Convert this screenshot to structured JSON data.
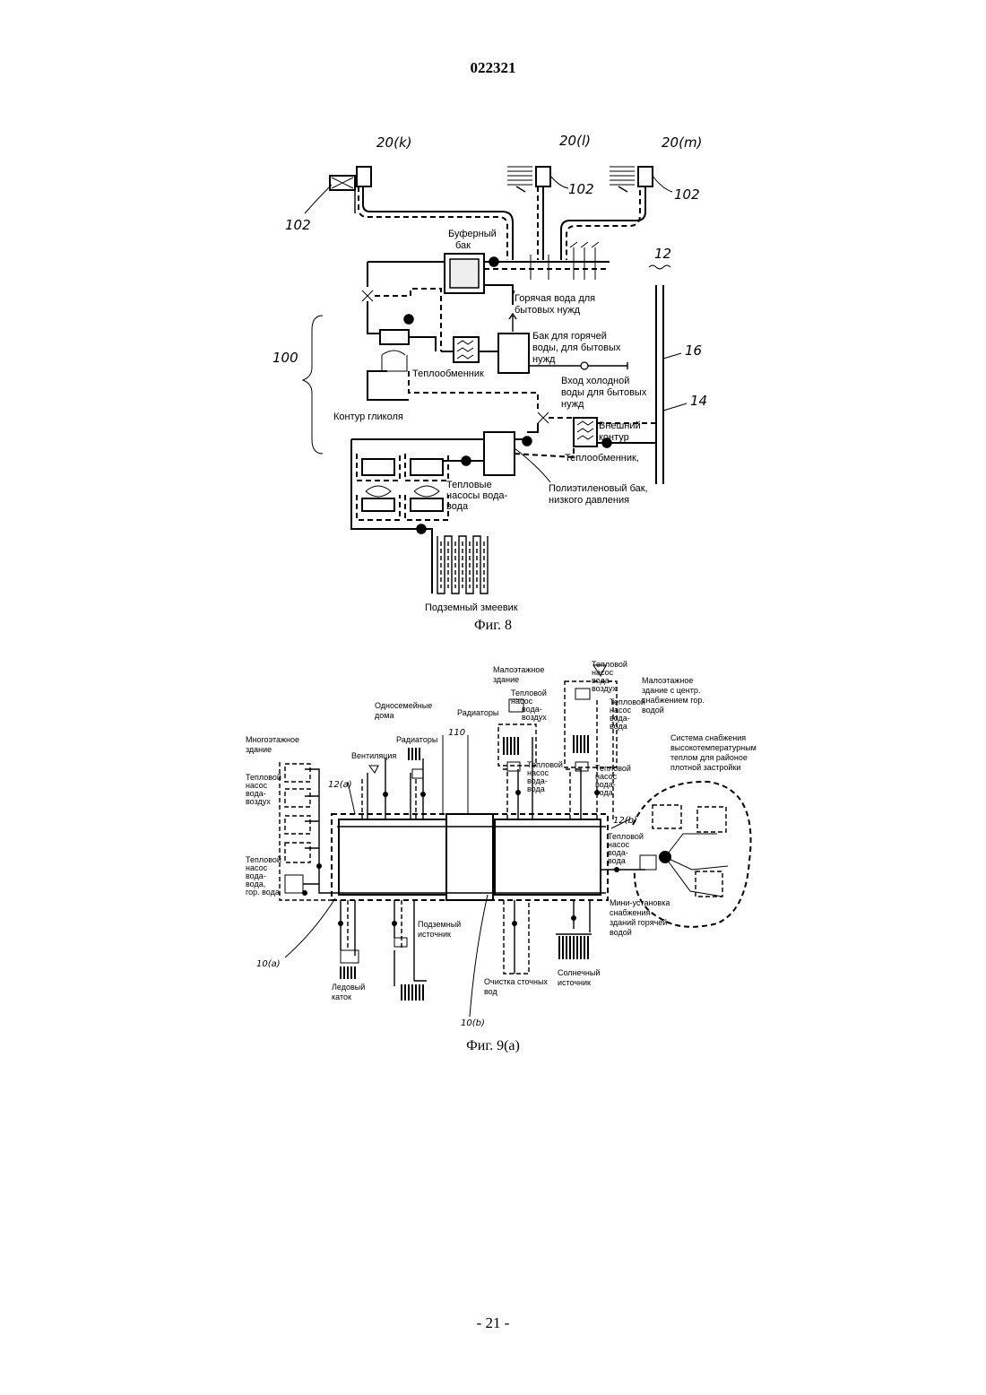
{
  "header": {
    "doc_number": "022321"
  },
  "footer": {
    "page_number": "- 21 -"
  },
  "fig8": {
    "caption": "Фиг. 8",
    "refs": {
      "r20k": "20(k)",
      "r20l": "20(l)",
      "r20m": "20(m)",
      "r102a": "102",
      "r102b": "102",
      "r102c": "102",
      "r12": "12",
      "r16": "16",
      "r14": "14",
      "r100": "100"
    },
    "labels": {
      "buffer1": "Буферный",
      "buffer2": "бак",
      "hotwater1": "Горячая вода для",
      "hotwater2": "бытовых нужд",
      "dhwtank1": "Бак для горячей",
      "dhwtank2": "воды, для бытовых",
      "dhwtank3": "нужд",
      "hx1": "Теплообменник",
      "coldin1": "Вход холодной",
      "coldin2": "воды для бытовых",
      "coldin3": "нужд",
      "glycol": "Контур гликоля",
      "outer1": "Внешний",
      "outer2": "контур",
      "hx2": "Теплообменник,",
      "hp1": "Тепловые",
      "hp2": "насосы вода-",
      "hp3": "вода",
      "petank1": "Полиэтиленовый бак,",
      "petank2": "низкого давления",
      "coil": "Подземный змеевик"
    }
  },
  "fig9": {
    "caption": "Фиг. 9(a)",
    "refs": {
      "r110": "110",
      "r12a": "12(a)",
      "r12b": "12(b)",
      "r10a": "10(a)",
      "r10b": "10(b)"
    },
    "labels": {
      "lowrise1": "Малоэтажное",
      "lowrise2": "здание",
      "hpair_top1": "Тепловой",
      "hpair_top2": "насос",
      "hpair_top3": "вода-",
      "hpair_top4": "воздух",
      "lowcentral1": "Малоэтажное",
      "lowcentral2": "здание с центр.",
      "lowcentral3": "снабжением гор.",
      "lowcentral4": "водой",
      "single1": "Односемейные",
      "single2": "дома",
      "radiators_r": "Радиаторы",
      "hpair_mid1": "Тепловой",
      "hpair_mid2": "насос",
      "hpair_mid3": "вода-",
      "hpair_mid4": "воздух",
      "hpww_r1": "Тепловой",
      "hpww_r2": "насос",
      "hpww_r3": "вода-",
      "hpww_r4": "вода",
      "multi1": "Многоэтажное",
      "multi2": "здание",
      "vent": "Вентиляция",
      "radiators_l": "Радиаторы",
      "system1": "Система снабжения",
      "system2": "высокотемпературным",
      "system3": "теплом для районое",
      "system4": "плотной застройки",
      "hpww_b1": "Тепловой",
      "hpww_b2": "насос",
      "hpww_b3": "вода-",
      "hpww_b4": "вода",
      "hpww_c1": "Тепловой",
      "hpww_c2": "насос",
      "hpww_c3": "вода-",
      "hpww_c4": "вода",
      "hpair_l1": "Тепловой",
      "hpair_l2": "насос",
      "hpair_l3": "вода-",
      "hpair_l4": "воздух",
      "hpww_l1": "Тепловой",
      "hpww_l2": "насос",
      "hpww_l3": "вода-",
      "hpww_l4": "вода,",
      "hpww_l5": "гор. вода",
      "hpww_e1": "Тепловой",
      "hpww_e2": "насос",
      "hpww_e3": "вода-",
      "hpww_e4": "вода",
      "ground1": "Подземный",
      "ground2": "источник",
      "mini1": "Мини-установка",
      "mini2": "снабжения",
      "mini3": "зданий горячей",
      "mini4": "водой",
      "ice1": "Ледовый",
      "ice2": "каток",
      "sewage1": "Очистка сточных",
      "sewage2": "вод",
      "solar1": "Солнечный",
      "solar2": "источник"
    }
  }
}
